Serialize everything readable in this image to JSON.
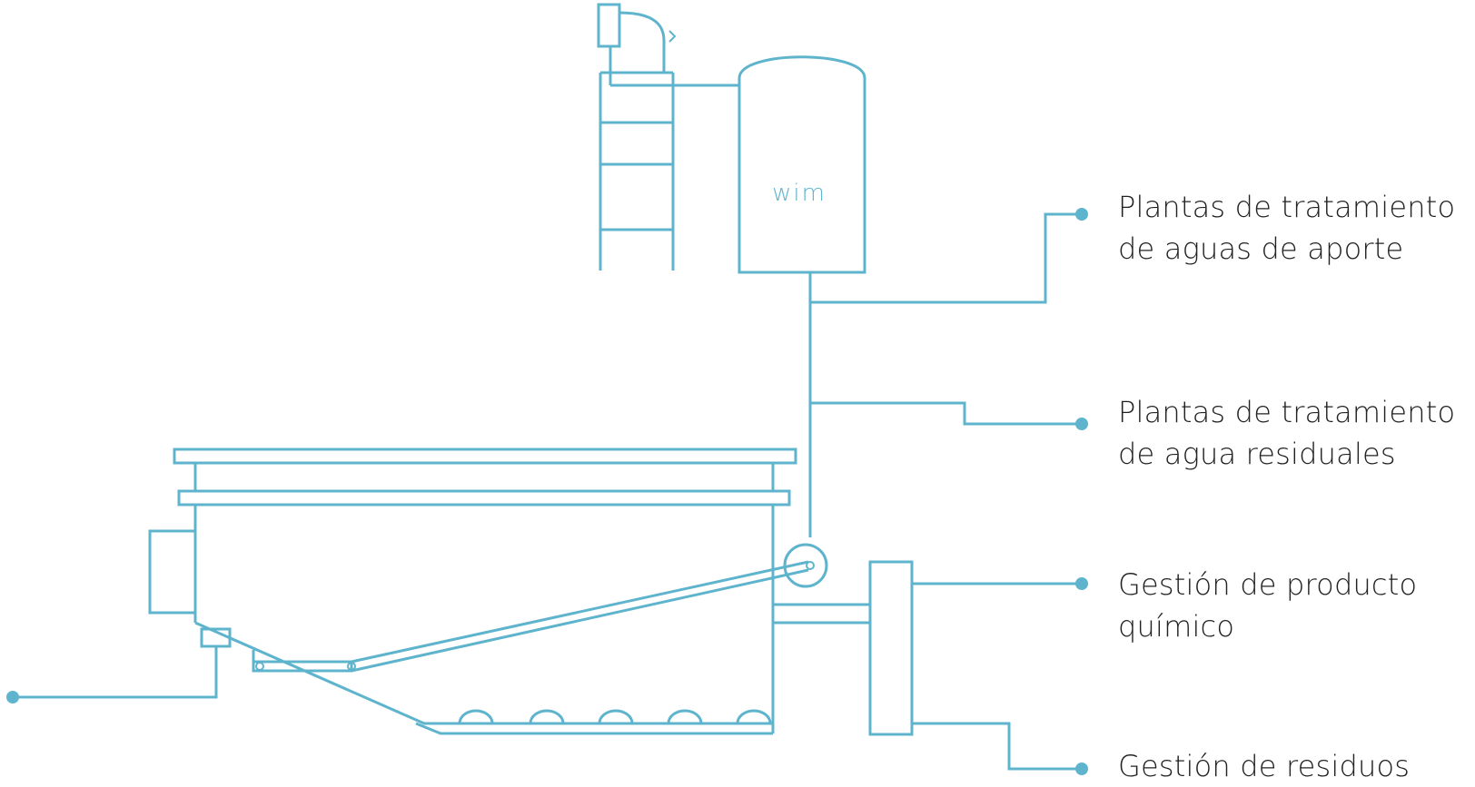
{
  "colors": {
    "line": "#5fb4cd",
    "text": "#222222"
  },
  "brand": {
    "logo_text": "wim"
  },
  "connections": [
    {
      "id": "aporte",
      "lines": [
        "Plantas de tratamiento",
        "de aguas de aporte"
      ]
    },
    {
      "id": "residuales",
      "lines": [
        "Plantas de tratamiento",
        "de agua residuales"
      ]
    },
    {
      "id": "quimico",
      "lines": [
        "Gestión de producto",
        "químico"
      ]
    },
    {
      "id": "residuos",
      "lines": [
        "Gestión de residuos"
      ]
    }
  ]
}
